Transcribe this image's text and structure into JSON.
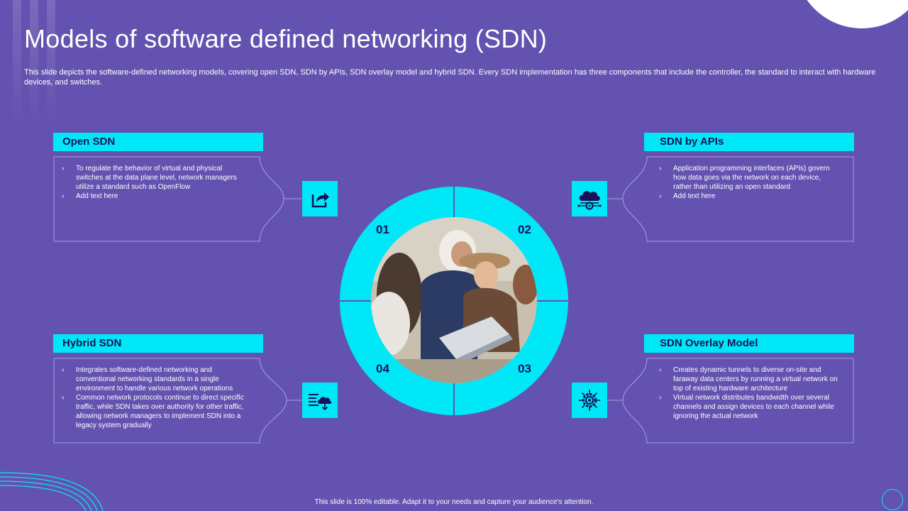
{
  "slide": {
    "title": "Models of software defined networking (SDN)",
    "subtitle": "This slide depicts the software-defined networking models, covering open SDN, SDN by APIs, SDN overlay model and hybrid SDN. Every SDN implementation has three components that include the controller, the standard to interact with hardware devices, and switches.",
    "footer": "This slide is 100% editable. Adapt it to your needs and capture your audience's attention."
  },
  "colors": {
    "background": "#6452b0",
    "accent": "#00e8f8",
    "dark_text": "#16135a",
    "frame_line": "#a99fdc"
  },
  "bullet_symbol": "›",
  "models": [
    {
      "number": "01",
      "title": "Open SDN",
      "icon": "share-icon",
      "points": [
        "To regulate the behavior of virtual and physical switches at the data plane level, network managers utilize a standard such as OpenFlow",
        "Add text here"
      ]
    },
    {
      "number": "02",
      "title": "SDN by APIs",
      "icon": "cloud-gear-icon",
      "points": [
        "Application programming interfaces (APIs) govern how data goes via the network on each device, rather than utilizing an open standard",
        "Add text here"
      ]
    },
    {
      "number": "03",
      "title": "SDN Overlay Model",
      "icon": "gear-network-icon",
      "points": [
        "Creates dynamic tunnels to diverse on-site and faraway data centers by running a virtual network on top of existing hardware architecture",
        "Virtual network distributes bandwidth over several channels and assign devices to each channel while ignoring the actual network"
      ]
    },
    {
      "number": "04",
      "title": "Hybrid SDN",
      "icon": "cloud-data-transfer-icon",
      "points": [
        "Integrates software-defined networking and conventional networking standards in a single environment to handle various network operations",
        "Common network protocols continue to direct specific traffic, while SDN takes over authority for other traffic, allowing network managers to implement SDN into a legacy system gradually"
      ]
    }
  ]
}
